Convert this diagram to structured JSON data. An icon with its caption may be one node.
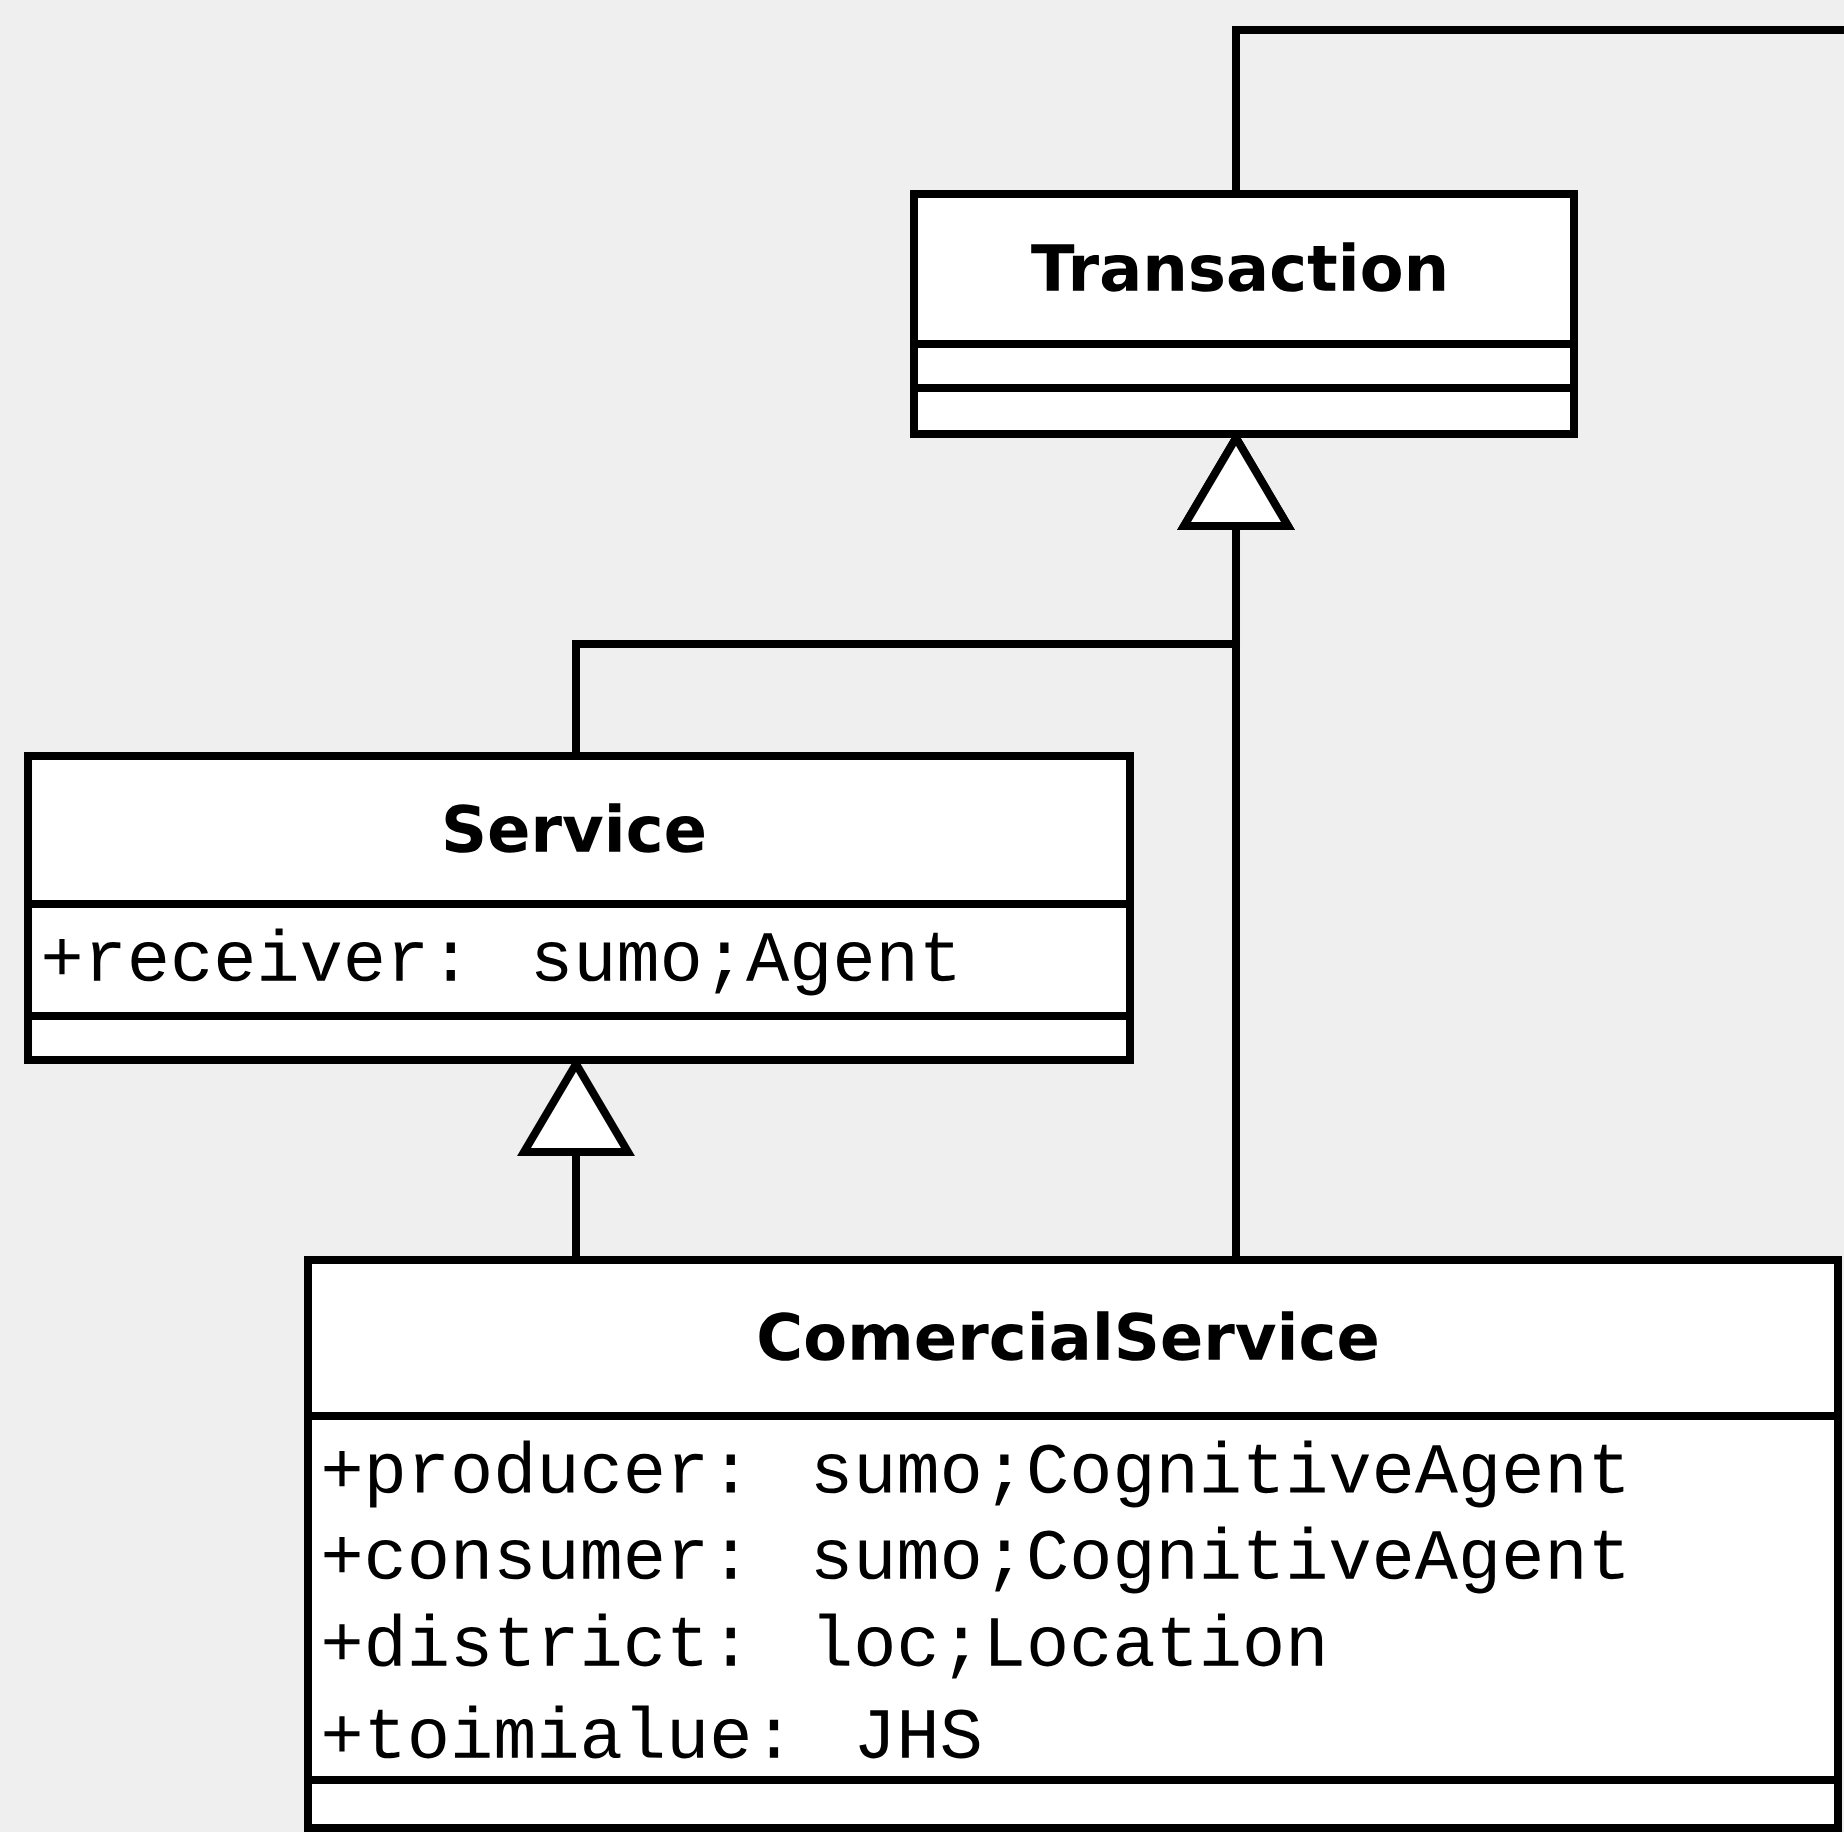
{
  "diagram": {
    "nodes": [
      {
        "text": [
          "Transaction"
        ]
      },
      {
        "text": [
          "Service",
          "+receiver: sumo;Agent"
        ]
      },
      {
        "text": [
          "ComercialService",
          "+producer: sumo;CognitiveAgent",
          "+consumer: sumo;CognitiveAgent",
          "+district: loc;Location",
          "+toimialue: JHS"
        ]
      }
    ],
    "edges": [
      {
        "from": 1,
        "to": 0,
        "arrow": "to"
      },
      {
        "from": 2,
        "to": 0,
        "arrow": "to"
      },
      {
        "from": 2,
        "to": 1,
        "arrow": "to"
      },
      {
        "from": 0,
        "to": null,
        "arrow": "none"
      }
    ]
  }
}
